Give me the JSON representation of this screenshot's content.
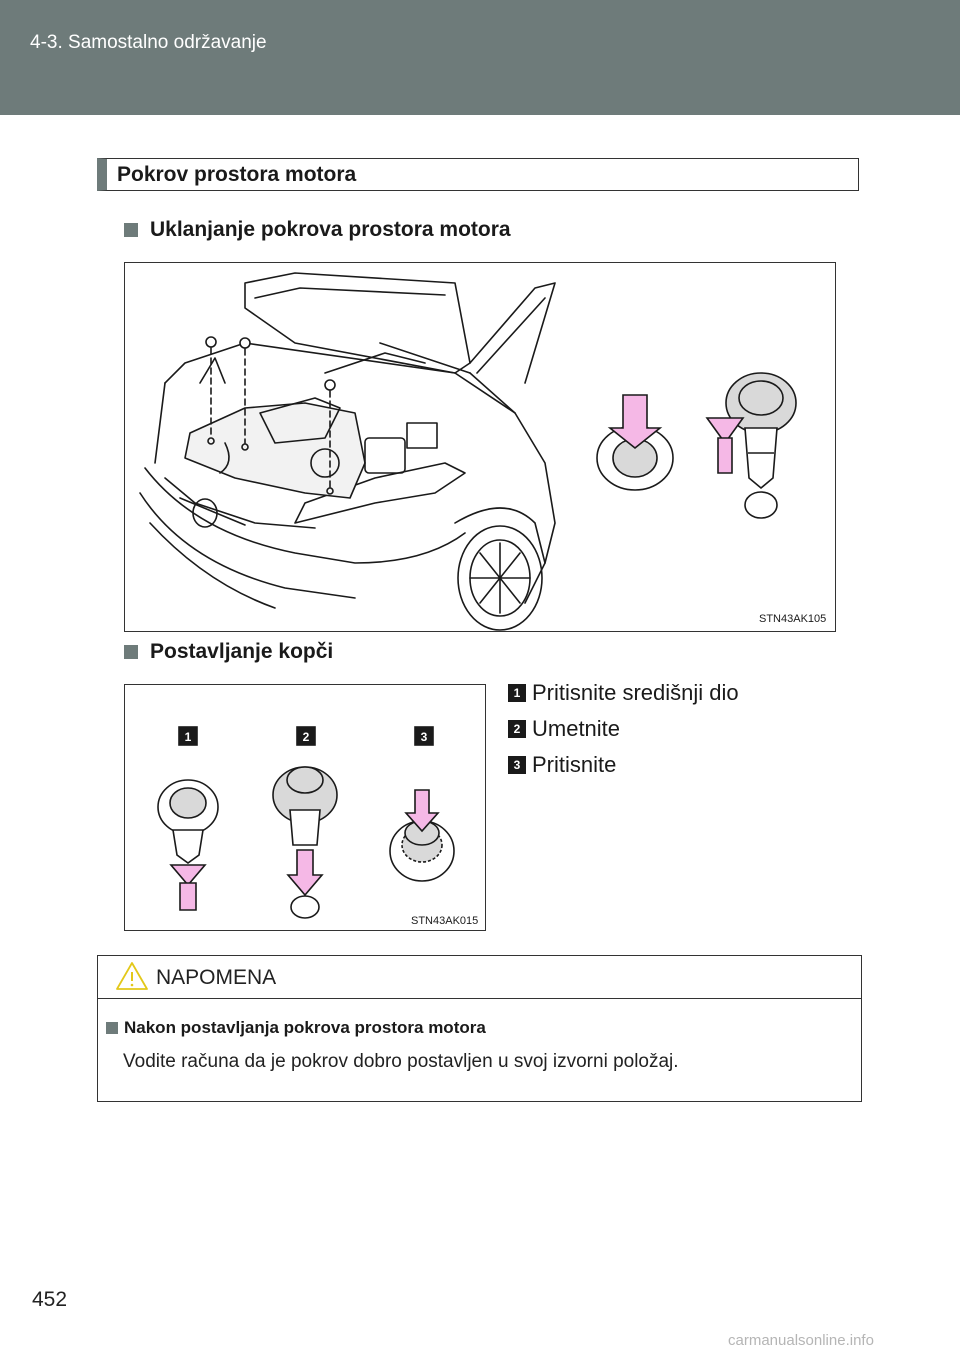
{
  "header": {
    "section": "4-3. Samostalno održavanje"
  },
  "section": {
    "title": "Pokrov prostora motora"
  },
  "removal": {
    "heading": "Uklanjanje pokrova prostora motora",
    "figure_code": "STN43AK105"
  },
  "installation": {
    "heading": "Postavljanje kopči",
    "figure_code": "STN43AK015",
    "steps": [
      {
        "num": "1",
        "text": "Pritisnite središnji dio"
      },
      {
        "num": "2",
        "text": "Umetnite"
      },
      {
        "num": "3",
        "text": "Pritisnite"
      }
    ]
  },
  "note": {
    "title": "NAPOMENA",
    "item_heading": "Nakon postavljanja pokrova prostora motora",
    "item_text": "Vodite računa da je pokrov dobro postavljen u svoj izvorni položaj."
  },
  "page_number": "452",
  "watermark": "carmanualsonline.info",
  "colors": {
    "header": "#6e7b7a",
    "arrow_fill": "#f5b8e6",
    "clip_fill": "#d9d9d9"
  },
  "icons": [
    "warning-triangle-icon",
    "down-arrow-icon",
    "up-arrow-icon"
  ]
}
